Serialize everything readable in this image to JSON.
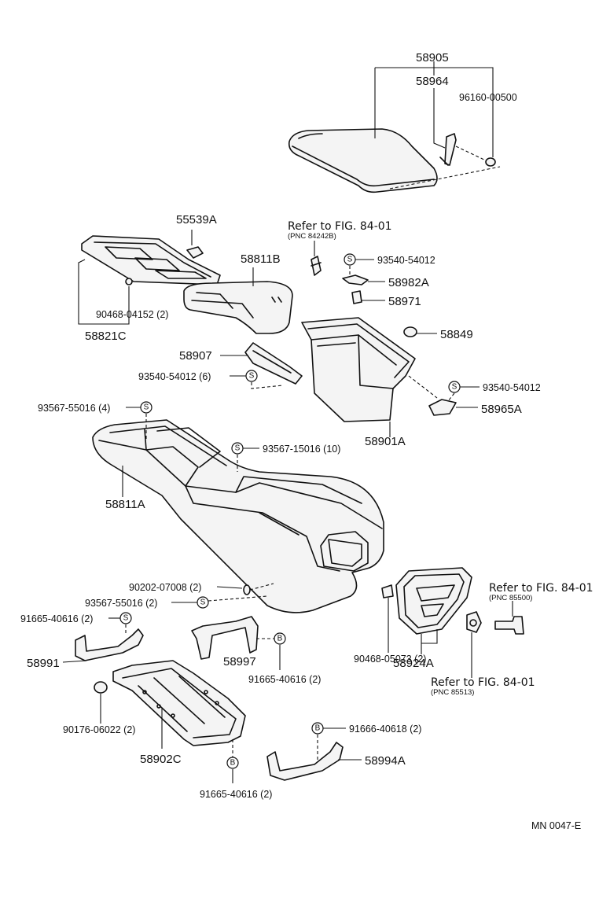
{
  "labels": {
    "p58905": "58905",
    "p58964": "58964",
    "p96160": "96160-00500",
    "p55539A": "55539A",
    "ref1": "Refer to FIG. 84-01",
    "pnc1": "(PNC 84242B)",
    "p93540a": "93540-54012",
    "p58811B": "58811B",
    "p58982A": "58982A",
    "p58971": "58971",
    "p90468a": "90468-04152 (2)",
    "p58821C": "58821C",
    "p58849": "58849",
    "p58907": "58907",
    "p93540b": "93540-54012 (6)",
    "p93540c": "93540-54012",
    "p93567a": "93567-55016 (4)",
    "p58965A": "58965A",
    "p58901A": "58901A",
    "p93567b": "93567-15016 (10)",
    "p58811A": "58811A",
    "ref2": "Refer to FIG. 84-01",
    "pnc2": "(PNC 85500)",
    "p90202": "90202-07008 (2)",
    "p93567c": "93567-55016 (2)",
    "p91665a": "91665-40616 (2)",
    "p58991": "58991",
    "p58997": "58997",
    "p91665b": "91665-40616 (2)",
    "p90468b": "90468-05073 (2)",
    "p58924A": "58924A",
    "ref3": "Refer to FIG. 84-01",
    "pnc3": "(PNC 85513)",
    "p90176": "90176-06022 (2)",
    "p58902C": "58902C",
    "p91666": "91666-40618 (2)",
    "p58994A": "58994A",
    "p91665c": "91665-40616 (2)",
    "code": "MN 0047-E"
  },
  "symbols": {
    "s": "S",
    "b": "B"
  }
}
